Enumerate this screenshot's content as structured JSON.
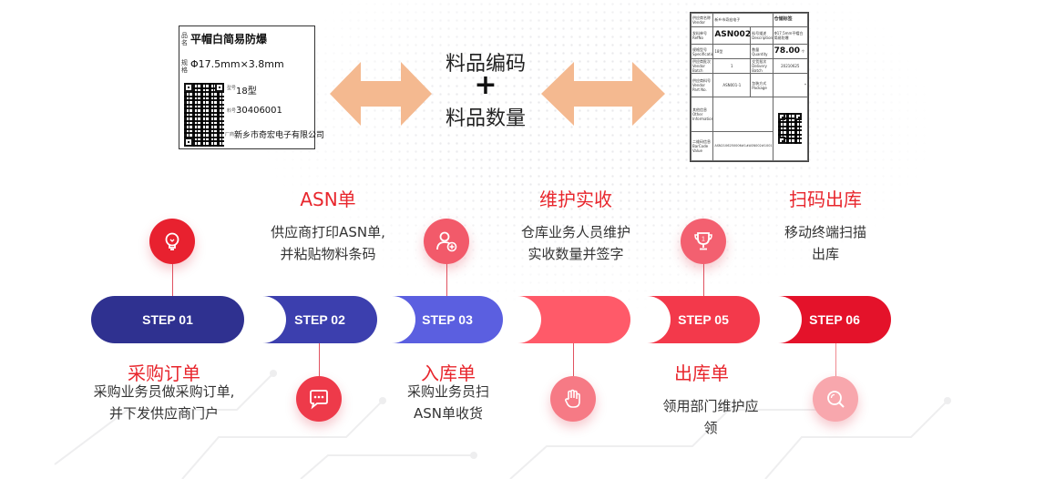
{
  "label_card": {
    "name": "平帽白简易防爆",
    "name_side": "品名",
    "spec": "Φ17.5mm×3.8mm",
    "spec_side": "规格",
    "model_key": "型号",
    "model_val": "18型",
    "code_key": "料号",
    "code_val": "30406001",
    "maker_key": "厂商",
    "maker_val": "新乡市奇宏电子有限公司"
  },
  "center": {
    "line1": "料品编码",
    "plus": "+",
    "line2": "料品数量"
  },
  "asn_sheet": {
    "vendor_key": "供应商名称 Vendor",
    "vendor_val": "新乡市奇宏电子",
    "stamp": "仓储标签",
    "asn_key": "发料单号 RefNo",
    "asn_val": "ASN002",
    "desc_key": "料号描述 Description",
    "desc_val": "Φ17.5mm平帽白简易防爆",
    "spec_key": "规格型号 Specifications",
    "spec_val": "18型",
    "qty_key": "数量 Quantity",
    "qty_val": "78.00",
    "unit": "个",
    "batch_key": "供应商批次 Vendor Batch",
    "batch_val": "1",
    "dbatch_key": "交货批次 Delivery Batch",
    "dbatch_val": "20210625",
    "part_key": "供应商料号 Vendor Part No.",
    "part_val": "ASN001-1",
    "pkg_key": "包装方式 Package",
    "pkg_val": "*",
    "info_key": "其他信息 Other Information",
    "barcode_key": "二维码信息 BarCode Value",
    "barcode_val": "ASN2106250006#1#ASN002#1001"
  },
  "steps": [
    {
      "label": "STEP 01",
      "title": "采购订单",
      "desc1": "采购业务员做采购订单,",
      "desc2": "并下发供应商门户",
      "icon": "lightbulb-icon"
    },
    {
      "label": "STEP 02",
      "title": "ASN单",
      "desc1": "供应商打印ASN单,",
      "desc2": "并粘贴物料条码",
      "icon": "chat-bubble-icon"
    },
    {
      "label": "STEP 03",
      "title": "入库单",
      "desc1": "采购业务员扫",
      "desc2": "ASN单收货",
      "icon": "user-add-icon"
    },
    {
      "label": "",
      "title": "维护实收",
      "desc1": "仓库业务人员维护",
      "desc2": "实收数量并签字",
      "icon": "hand-icon"
    },
    {
      "label": "STEP 05",
      "title": "出库单",
      "desc1": "领用部门维护应",
      "desc2": "领",
      "icon": "trophy-icon"
    },
    {
      "label": "STEP 06",
      "title": "扫码出库",
      "desc1": "移动终端扫描",
      "desc2": "出库",
      "icon": "search-icon"
    }
  ],
  "trophy_number": "1",
  "colors": {
    "step1": "#2f3190",
    "step2": "#3c3fae",
    "step3": "#5b5fe0",
    "step4": "#ff5a69",
    "step5": "#f3394b",
    "step6": "#e4122a",
    "title_red": "#e8262d",
    "arrow": "#f4b990"
  }
}
